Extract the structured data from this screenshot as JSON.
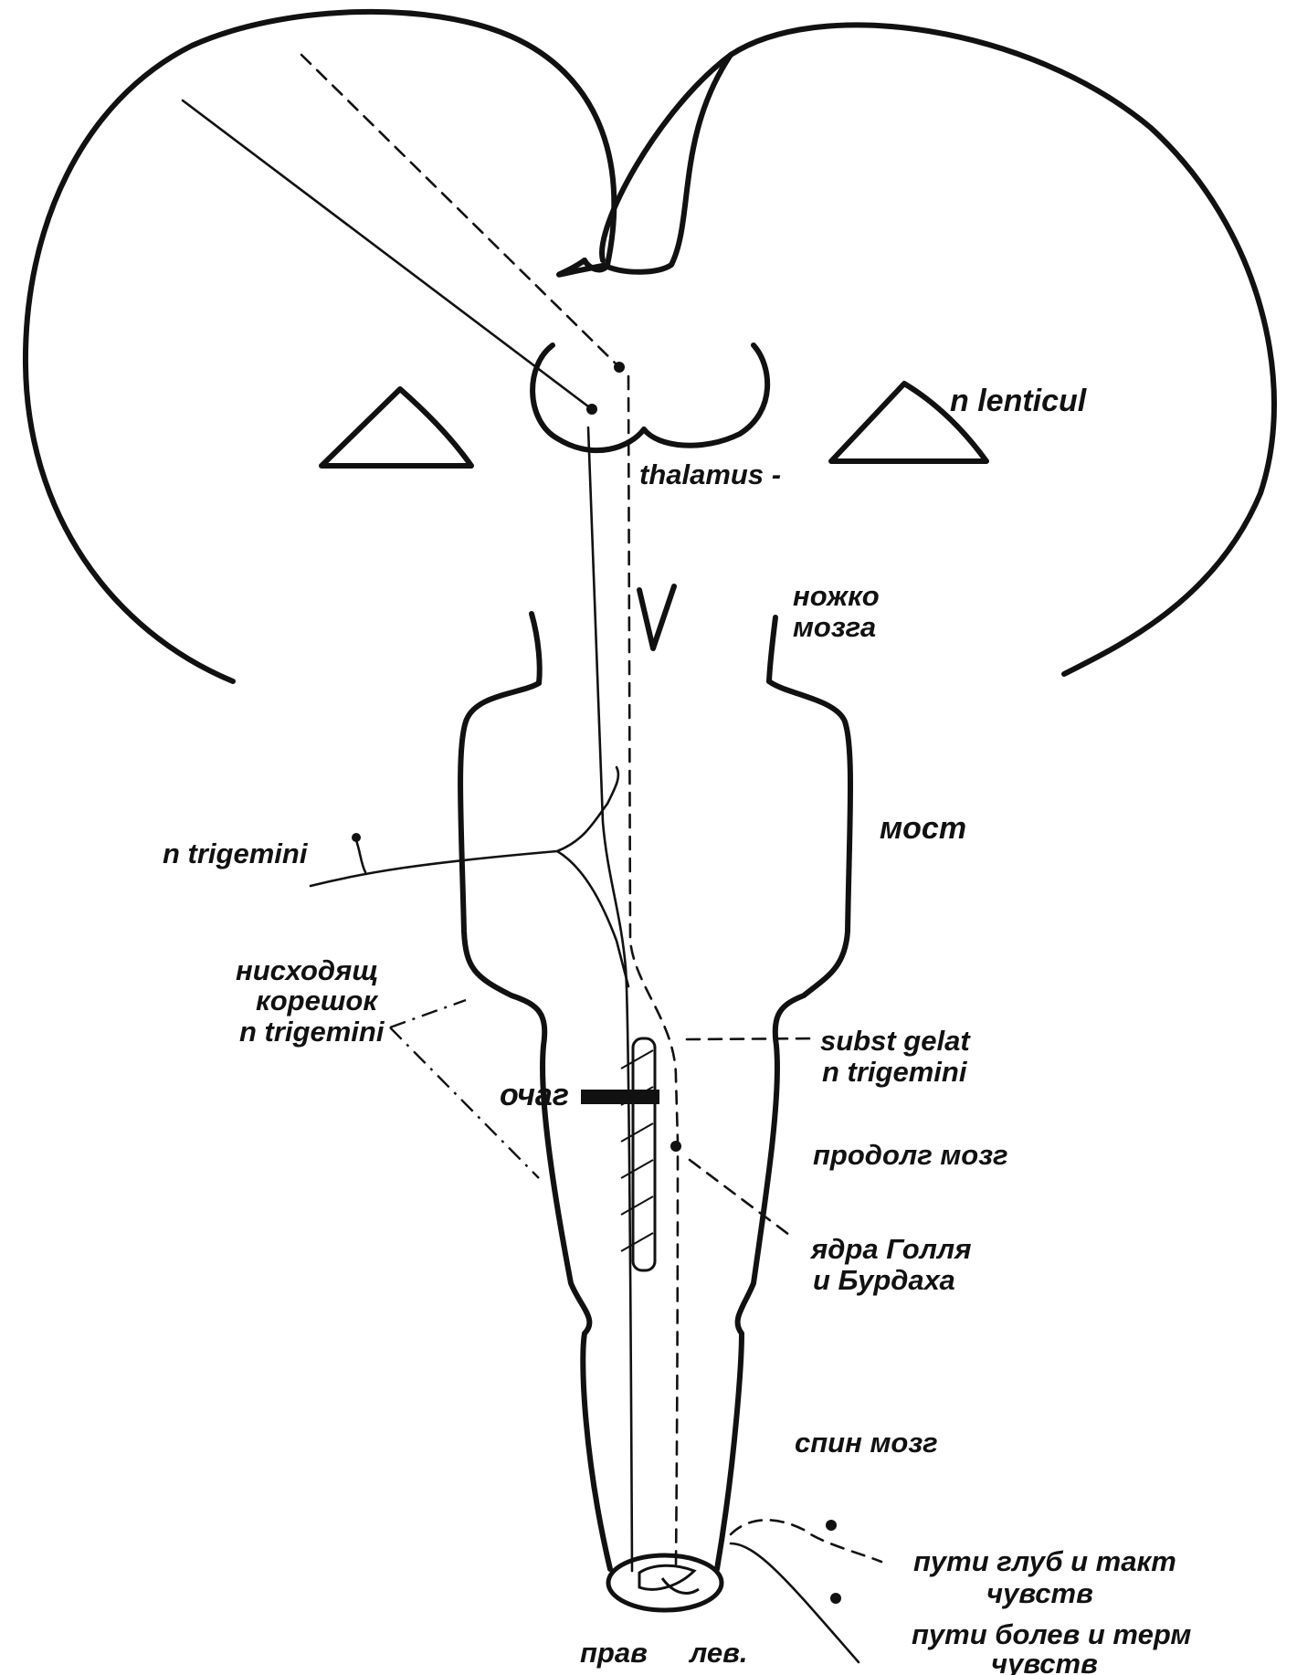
{
  "labels": {
    "n_lenticul": "n lenticul",
    "thalamus": "thalamus -",
    "nozhka_1": "ножкo",
    "nozhka_2": "мозга",
    "most": "мост",
    "n_trigemini": "n trigemini",
    "nishod_1": "нисходящ",
    "nishod_2": "корешок",
    "nishod_3": "n trigemini",
    "subst_1": "subst gelat",
    "subst_2": "n trigemini",
    "ochag": "очаг",
    "prodolg": "продолг мозг",
    "yadra_1": "ядра Голля",
    "yadra_2": "и Бурдаха",
    "spin": "спин мозг",
    "puti_glub_1": "пути глуб и такт",
    "puti_glub_2": "чувств",
    "puti_bolev_1": "пути болев и терм",
    "puti_bolev_2": "чувств",
    "prav": "прав",
    "lev": "лев."
  }
}
